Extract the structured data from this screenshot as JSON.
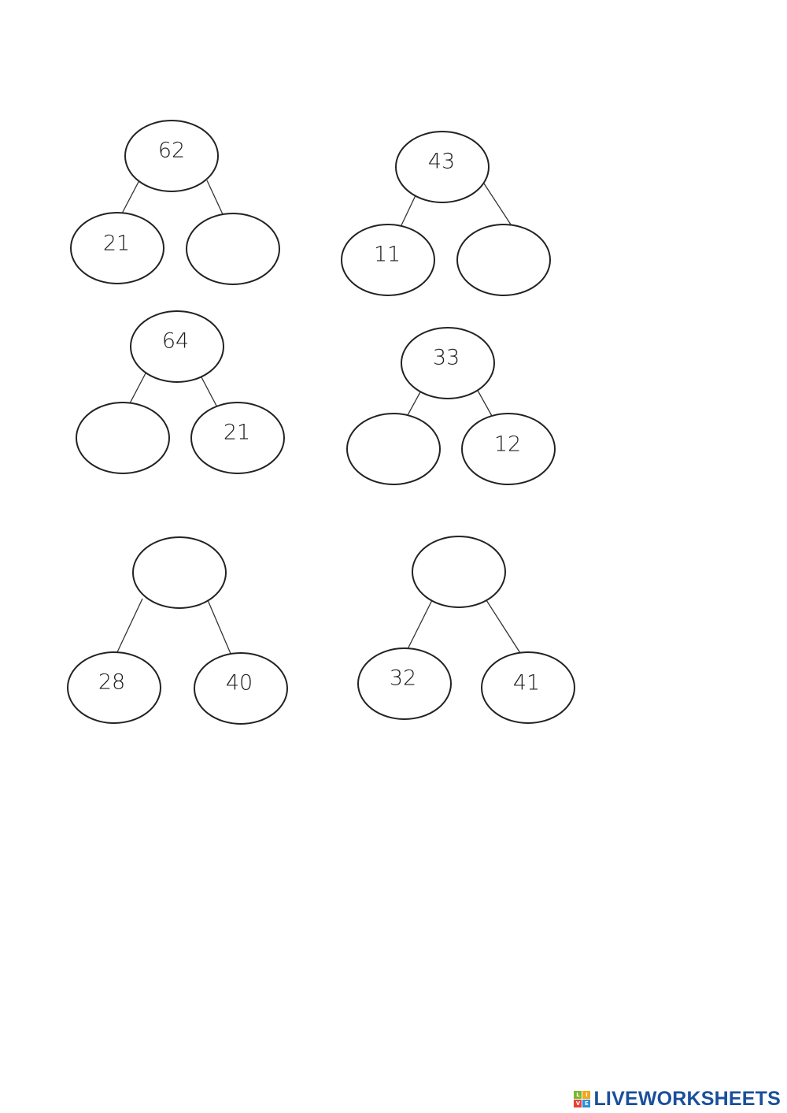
{
  "worksheet": {
    "trees": [
      {
        "top": "62",
        "left": "21",
        "right": ""
      },
      {
        "top": "43",
        "left": "11",
        "right": ""
      },
      {
        "top": "64",
        "left": "",
        "right": "21"
      },
      {
        "top": "33",
        "left": "",
        "right": "12"
      },
      {
        "top": "",
        "left": "28",
        "right": "40"
      },
      {
        "top": "",
        "left": "32",
        "right": "41"
      }
    ]
  },
  "brand": {
    "text": "LIVEWORKSHEETS",
    "mark_letters": [
      "L",
      "I",
      "V",
      "E"
    ],
    "mark_colors": [
      "#7cb82f",
      "#f2a81d",
      "#e5413b",
      "#2e8fd6"
    ],
    "text_color": "#1a4f9c"
  }
}
